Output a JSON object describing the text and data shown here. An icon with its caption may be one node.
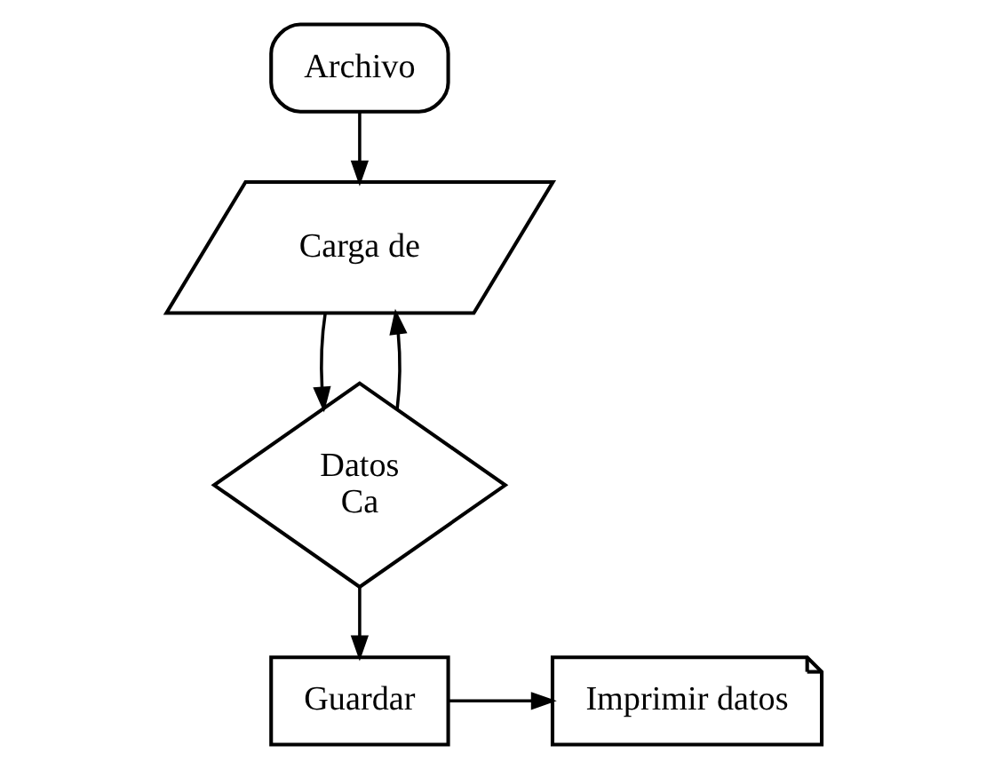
{
  "diagram": {
    "nodes": [
      {
        "text": [
          "Archivo"
        ]
      },
      {
        "text": [
          "Carga de"
        ]
      },
      {
        "text": [
          "Datos",
          "Ca"
        ]
      },
      {
        "text": [
          "Guardar"
        ]
      },
      {
        "text": [
          "Imprimir datos"
        ]
      }
    ],
    "edges": [
      {
        "from": 0,
        "to": 1,
        "arrow": "to"
      },
      {
        "from": 1,
        "to": 2,
        "arrow": "to"
      },
      {
        "from": 2,
        "to": 1,
        "arrow": "to"
      },
      {
        "from": 2,
        "to": 3,
        "arrow": "to"
      },
      {
        "from": 3,
        "to": 4,
        "arrow": "to"
      }
    ]
  }
}
